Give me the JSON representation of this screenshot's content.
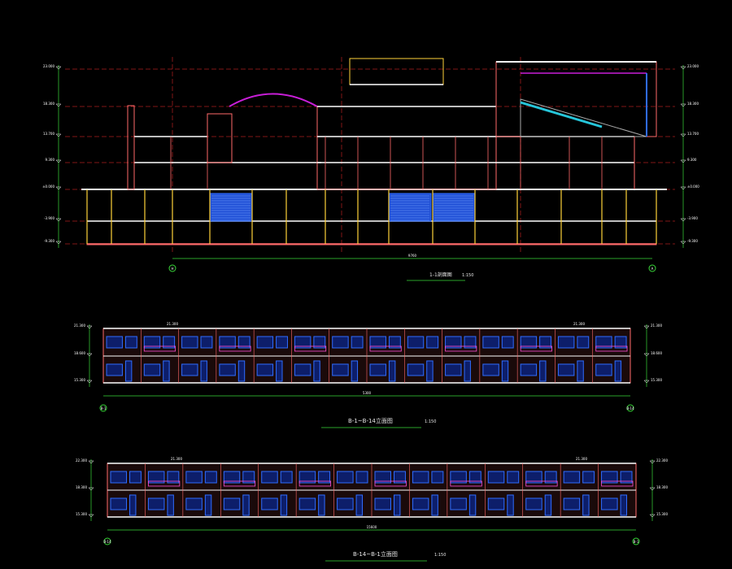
{
  "colors": {
    "background": "#000000",
    "wall": "#ff6a6a",
    "slab": "#ffffff",
    "column": "#ffd23a",
    "grid": "#ff2d2d",
    "dimension": "#39d839",
    "window": "#2f6cff",
    "roof_arc": "#c81ed8",
    "stair": "#26c6da",
    "title": "#e8e8e8"
  },
  "section": {
    "title": "1-1剖面图",
    "scale": "1:150",
    "overall_dim": "9760",
    "axis_left": "H",
    "axis_right": "A",
    "levels_left": [
      "23.000",
      "18.300",
      "13.700",
      "9.300",
      "±0.000",
      "-3.900",
      "-9.300"
    ],
    "levels_right": [
      "23.000",
      "18.300",
      "13.700",
      "9.300",
      "±0.000",
      "-3.900",
      "-9.300"
    ]
  },
  "elevations": [
    {
      "title": "B-1~B-14立面图",
      "scale": "1:150",
      "overall_dim": "5300",
      "axis_left": "B-1",
      "axis_right": "B-14",
      "levels_left": [
        "21.300",
        "18.600",
        "15.300"
      ],
      "levels_right": [
        "21.300",
        "18.600",
        "15.300"
      ],
      "top_level_left": "21.300",
      "top_level_right": "21.300"
    },
    {
      "title": "B-14~B-1立面图",
      "scale": "1:150",
      "overall_dim": "15600",
      "axis_left": "B-14",
      "axis_right": "B-1",
      "levels_left": [
        "22.300",
        "18.300",
        "15.300"
      ],
      "levels_right": [
        "22.300",
        "18.300",
        "15.300"
      ],
      "top_level_left": "21.300",
      "top_level_right": "21.300"
    }
  ]
}
